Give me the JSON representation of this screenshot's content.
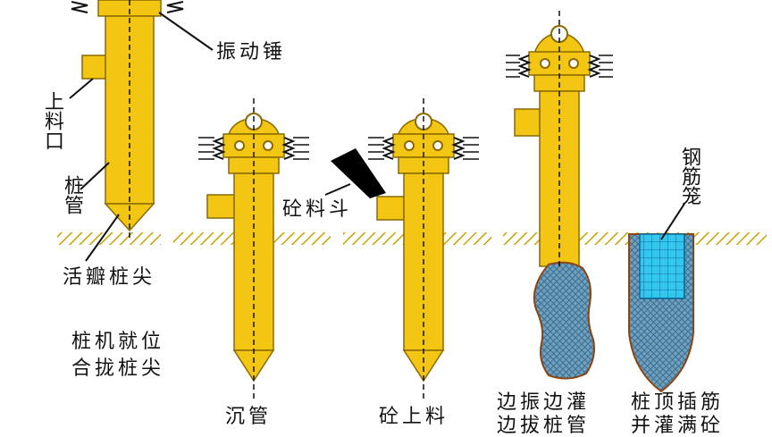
{
  "colors": {
    "pipe_fill": "#F3C614",
    "pipe_stroke": "#8A6A00",
    "ground_hatch": "#C8A200",
    "concrete_mesh": "#5B8DAE",
    "concrete_border": "#8B4513",
    "rebar_cage": "#33C7F0",
    "hopper": "#000000"
  },
  "labels": {
    "hammer": "振动锤",
    "feed_opening": "上料口",
    "pile_pipe": "桩管",
    "pile_tip": "活瓣桩尖",
    "concrete_hopper": "砼料斗",
    "rebar_cage": "钢筋笼"
  },
  "steps": [
    {
      "line1": "桩机就位",
      "line2": "合拢桩尖"
    },
    {
      "line1": "沉管",
      "line2": ""
    },
    {
      "line1": "砼上料",
      "line2": ""
    },
    {
      "line1": "边振边灌",
      "line2": "边拔桩管"
    },
    {
      "line1": "桩顶插筋",
      "line2": "并灌满砼"
    }
  ]
}
